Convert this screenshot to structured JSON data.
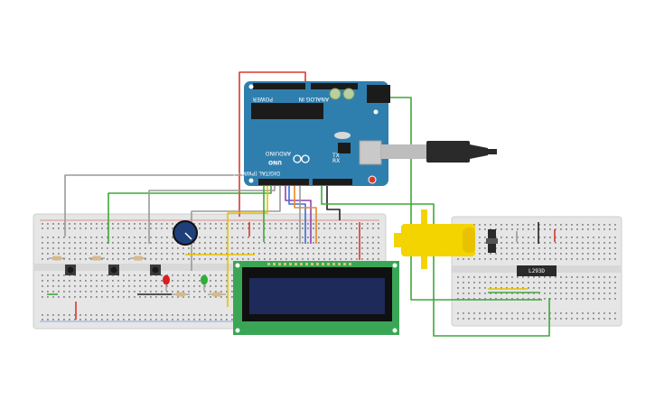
{
  "arduino": {
    "model": "UNO",
    "brand": "ARDUINO",
    "digital_label": "DIGITAL (PWM ~)",
    "power_label": "POWER",
    "analog_label": "ANALOG IN",
    "tx_label": "TX",
    "rx_label": "RX"
  },
  "ic": {
    "label": "L293D"
  },
  "colors": {
    "board": "#2f7fae",
    "breadboard": "#e6e6e6",
    "lcd_pcb": "#3aa655",
    "lcd_screen": "#1e2a5a",
    "motor": "#f3d400",
    "wire_red": "#d83a2e",
    "wire_green": "#3fa83a",
    "wire_gray": "#9a9a9a",
    "wire_yellow": "#e8c200",
    "wire_purple": "#8e44ad",
    "wire_blue": "#3a6ed8",
    "wire_orange": "#e8892a",
    "wire_black": "#222222"
  },
  "icons": {
    "usb": "usb-cable-icon",
    "pot": "potentiometer-icon",
    "motor": "dc-motor-icon"
  }
}
